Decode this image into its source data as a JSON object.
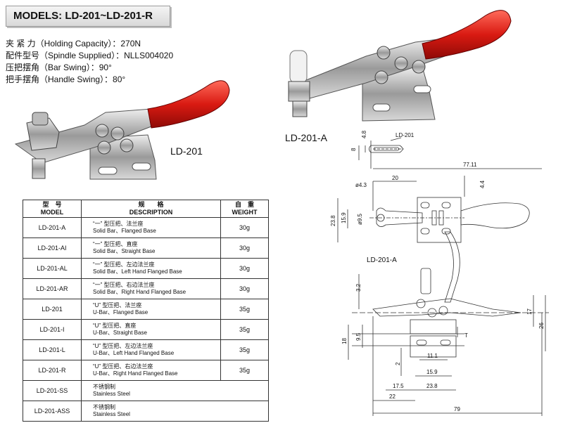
{
  "title": "MODELS: LD-201~LD-201-R",
  "specs": [
    "夹 紧 力（Holding Capacity）：270N",
    "配件型号（Spindle Supplied）：NLLS004020",
    "压把摆角（Bar Swing）：90°",
    "把手摆角（Handle Swing）：80°"
  ],
  "photo_labels": {
    "left": "LD-201",
    "right": "LD-201-A"
  },
  "table": {
    "headers": {
      "model_cn": "型　号",
      "model_en": "MODEL",
      "desc_cn": "规　　格",
      "desc_en": "DESCRIPTION",
      "weight_cn": "自　重",
      "weight_en": "WEIGHT"
    },
    "rows": [
      {
        "model": "LD-201-A",
        "cn": "“一” 型压把、法兰座",
        "en": "Solid Bar、Flanged Base",
        "weight": "30g"
      },
      {
        "model": "LD-201-AI",
        "cn": "“一” 型压把、直座",
        "en": "Solid Bar、Straight Base",
        "weight": "30g"
      },
      {
        "model": "LD-201-AL",
        "cn": "“一” 型压把、左边法兰座",
        "en": "Solid Bar、Left Hand Flanged Base",
        "weight": "30g"
      },
      {
        "model": "LD-201-AR",
        "cn": "“一” 型压把、右边法兰座",
        "en": "Solid Bar、Right Hand Flanged Base",
        "weight": "30g"
      },
      {
        "model": "LD-201",
        "cn": "“U” 型压把、法兰座",
        "en": "U-Bar、Flanged Base",
        "weight": "35g"
      },
      {
        "model": "LD-201-I",
        "cn": "“U” 型压把、直座",
        "en": "U-Bar、Straight Base",
        "weight": "35g"
      },
      {
        "model": "LD-201-L",
        "cn": "“U” 型压把、左边法兰座",
        "en": "U-Bar、Left Hand Flanged Base",
        "weight": "35g"
      },
      {
        "model": "LD-201-R",
        "cn": "“U” 型压把、右边法兰座",
        "en": "U-Bar、Right Hand Flanged Base",
        "weight": "35g"
      },
      {
        "model": "LD-201-SS",
        "cn": "不锈钢制",
        "en": "Stainless Steel",
        "weight": ""
      },
      {
        "model": "LD-201-ASS",
        "cn": "不锈钢制",
        "en": "Stainless Steel",
        "weight": ""
      }
    ]
  },
  "drawing": {
    "labels": {
      "top_detail": "LD-201",
      "plan_view": "LD-201-A"
    },
    "dims": {
      "d48": "4.8",
      "d8": "8",
      "d7711": "77.11",
      "d20": "20",
      "d44": "4.4",
      "d43": "ø4.3",
      "d238": "23.8",
      "d159": "15.9",
      "d95v": "ø9.5",
      "d32": "3.2",
      "d17": "17",
      "d26": "26",
      "d18": "18",
      "d95": "9.5",
      "dT": "T",
      "d2": "2",
      "d111": "11.1",
      "d159b": "15.9",
      "d175": "17.5",
      "d238b": "23.8",
      "d22": "22",
      "d79": "79"
    }
  }
}
